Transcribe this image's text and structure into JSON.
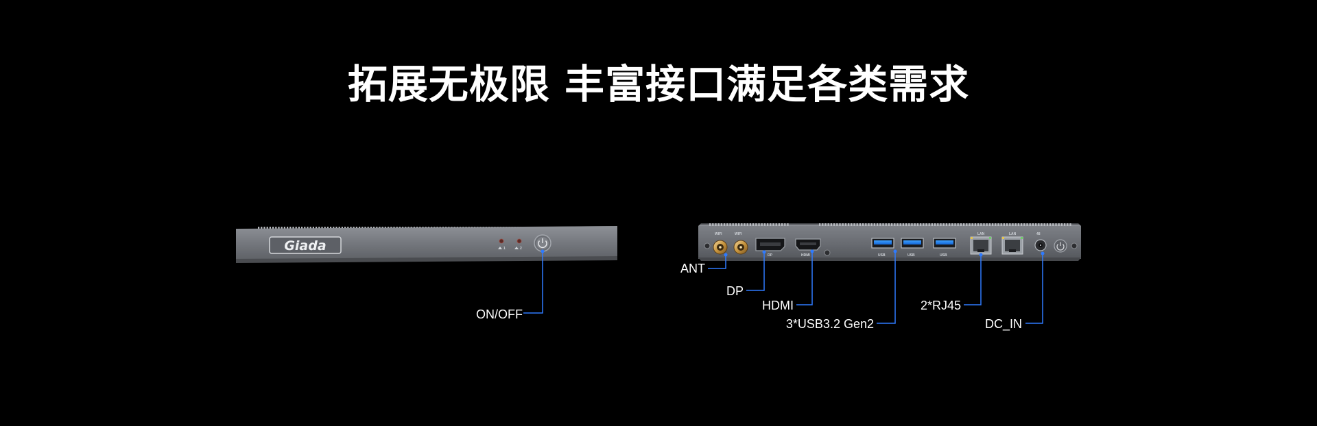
{
  "title": "拓展无极限 丰富接口满足各类需求",
  "colors": {
    "background": "#000000",
    "accent": "#2f7bff",
    "chassis": "#74777d"
  },
  "front_panel": {
    "logo_text": "Giada",
    "led_1": "1",
    "led_2": "2",
    "power_icon": "power-icon",
    "callout_onoff": "ON/OFF"
  },
  "rear_panel": {
    "port_labels": {
      "wifi_1": "WIFI",
      "wifi_2": "WIFI",
      "dp": "DP",
      "hdmi": "HDMI",
      "usb_1": "USB",
      "usb_2": "USB",
      "usb_3": "USB",
      "lan_1": "LAN",
      "lan_2": "LAN",
      "dc": "48"
    },
    "callouts": {
      "ant": "ANT",
      "dp": "DP",
      "hdmi": "HDMI",
      "usb": "3*USB3.2 Gen2",
      "rj45": "2*RJ45",
      "dc_in": "DC_IN"
    }
  }
}
